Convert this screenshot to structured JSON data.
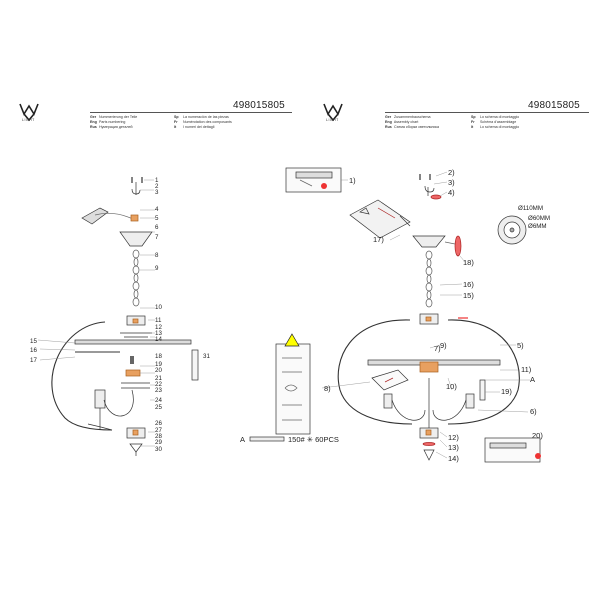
{
  "brand_short": "LIGHT",
  "article_left": "498015805",
  "article_right": "498015805",
  "legend_left": [
    {
      "k": "Ger",
      "v": "Nummerierung der Teile"
    },
    {
      "k": "Eng",
      "v": "Parts numbering"
    },
    {
      "k": "Rus",
      "v": "Нумерация деталей"
    },
    {
      "k": "Sp",
      "v": "La numeración de las piezas"
    },
    {
      "k": "Fr",
      "v": "Numérotation des composants"
    },
    {
      "k": "It",
      "v": "I numeri dei dettagli"
    }
  ],
  "legend_right": [
    {
      "k": "Ger",
      "v": "Zusammenbauschema"
    },
    {
      "k": "Eng",
      "v": "Assembly chart"
    },
    {
      "k": "Rus",
      "v": "Схема сборки светильника"
    },
    {
      "k": "Sp",
      "v": "Lo schema di montaggio"
    },
    {
      "k": "Fr",
      "v": "Schéma d'assemblage"
    },
    {
      "k": "It",
      "v": "Lo schema di montaggio"
    }
  ],
  "parts_left": [
    "1",
    "2",
    "3",
    "4",
    "5",
    "6",
    "7",
    "8",
    "9",
    "10",
    "11",
    "12",
    "13",
    "14",
    "15",
    "16",
    "17",
    "18",
    "19",
    "20",
    "21",
    "22",
    "23",
    "24",
    "25",
    "26",
    "27",
    "28",
    "29",
    "30",
    "31"
  ],
  "steps_right": {
    "s1": "1)",
    "s2": "2)",
    "s3": "3)",
    "s4": "4)",
    "s5": "5)",
    "s6": "6)",
    "s7": "7)",
    "s8": "8)",
    "s9": "9)",
    "s10": "10)",
    "s11": "11)",
    "s12": "12)",
    "s13": "13)",
    "s14": "14)",
    "s15": "15)",
    "s16": "16)",
    "s17": "17)",
    "s18": "18)",
    "s19": "19)",
    "s20": "20)",
    "a_label": "A"
  },
  "dims": {
    "d1": "Ø110MM",
    "d2": "Ø60MM",
    "d3": "Ø6MM"
  },
  "crystal_note": {
    "letter": "A",
    "text": "150# ✳ 60PCS"
  }
}
